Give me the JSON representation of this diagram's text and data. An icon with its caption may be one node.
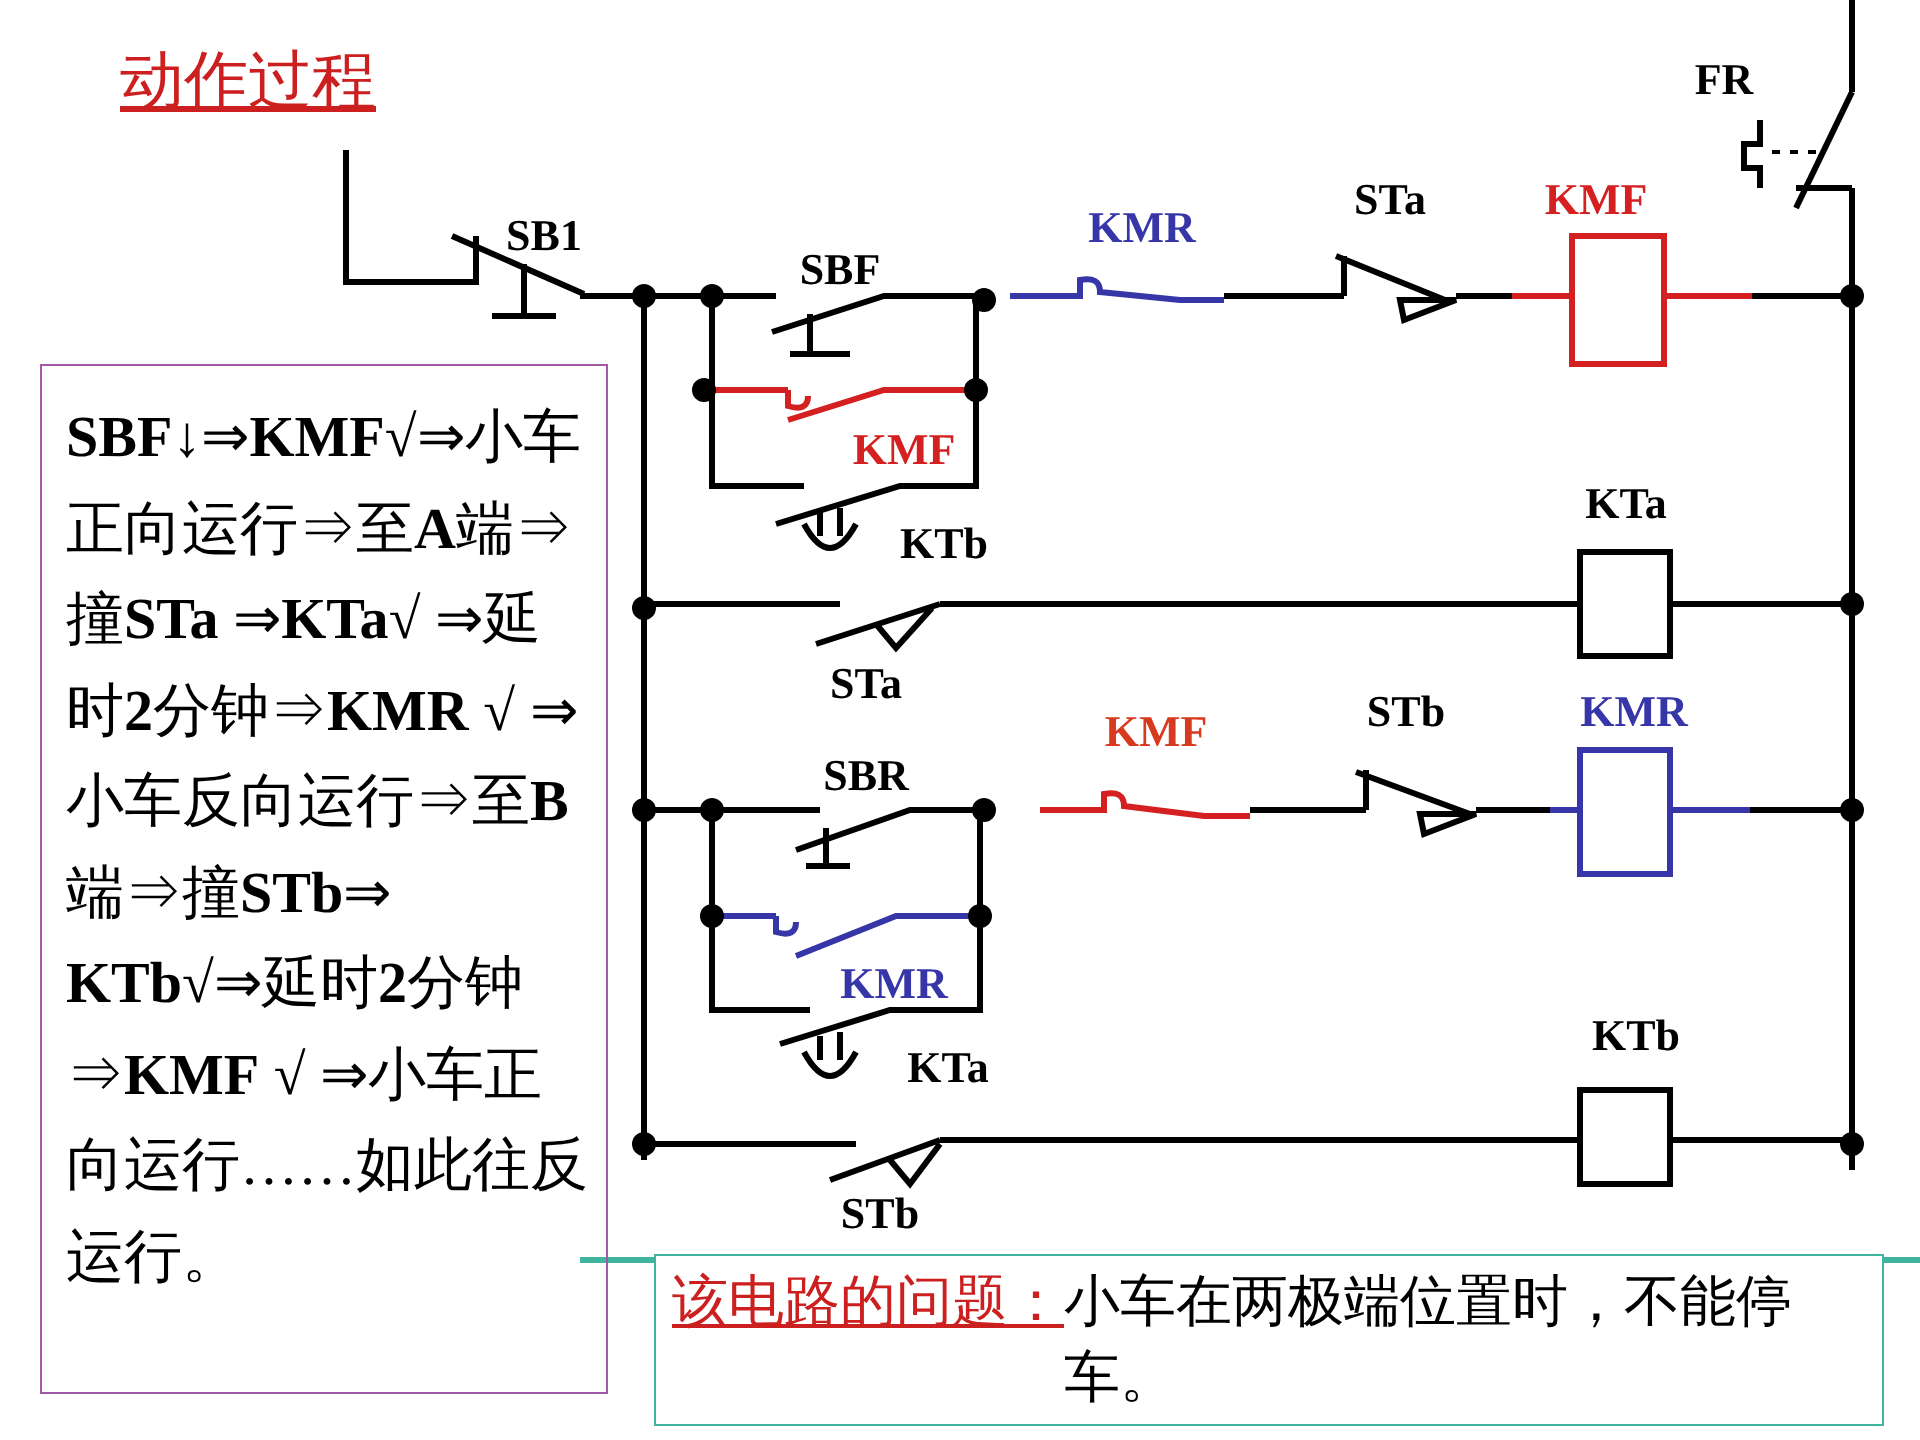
{
  "diagram": {
    "title": "动作过程",
    "nodes": [
      {
        "text": [
          "**SBF**↓⇒**KMF**√⇒小车正向运行⇒至**A**端⇒撞**STa** ⇒**KTa**√ ⇒延时**2**分钟⇒**KMR** √ ⇒小车反向运行⇒至**B**端⇒撞**STb**⇒ **KTb**√⇒延时**2**分钟⇒**KMF** √ ⇒小车正向运行……如此往反运行。"
        ]
      },
      {
        "text": [
          "该电路的问题：",
          "小车在两极端位置时，不能停车。"
        ]
      }
    ],
    "labels": [
      "FR",
      "SB1",
      "SBF",
      "KMR",
      "STa",
      "KMF",
      "KMF",
      "KTb",
      "KTa",
      "STa",
      "SBR",
      "KMF",
      "STb",
      "KMR",
      "KMR",
      "KTa",
      "KTb",
      "STb"
    ]
  }
}
